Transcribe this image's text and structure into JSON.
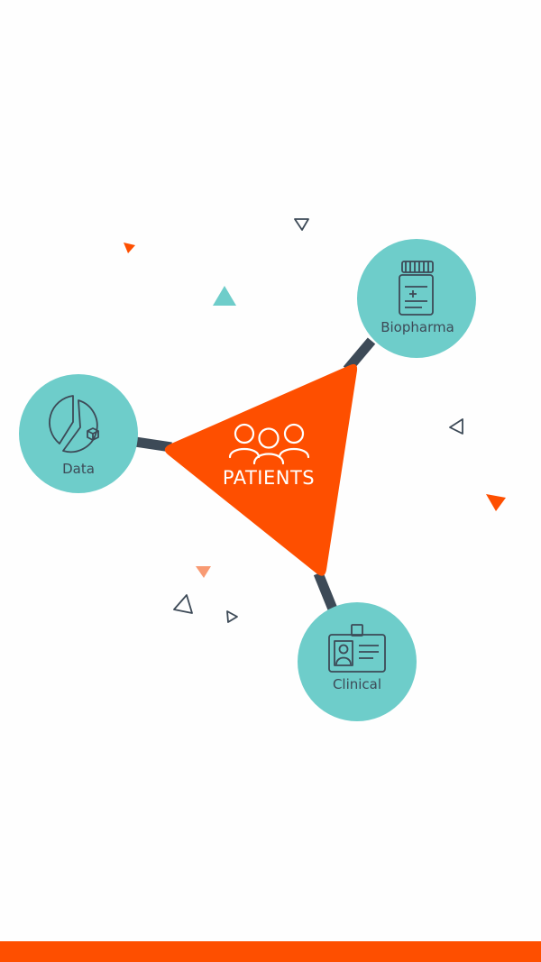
{
  "center": {
    "label": "PATIENTS",
    "icon": "people-group-icon",
    "color": "#fe4f00"
  },
  "nodes": [
    {
      "id": "biopharma",
      "label": "Biopharma",
      "icon": "medicine-bottle-icon"
    },
    {
      "id": "data",
      "label": "Data",
      "icon": "pie-chart-icon"
    },
    {
      "id": "clinical",
      "label": "Clinical",
      "icon": "id-badge-icon"
    }
  ],
  "colors": {
    "node_fill": "#6ecdca",
    "connector": "#3d4a57",
    "accent": "#fe4f00",
    "accent_light": "#f89a73",
    "icon_stroke": "#3d4a57",
    "background": "#fefefe"
  }
}
